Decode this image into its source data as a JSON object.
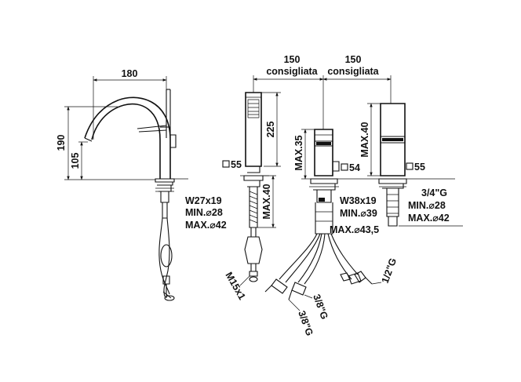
{
  "spout_mixer": {
    "width_label": "180",
    "height_label": "190",
    "spout_height_label": "105",
    "thread_label": "W27x19",
    "min_hole_label": "MIN.⌀28",
    "max_hole_label": "MAX.⌀42"
  },
  "hand_shower": {
    "square_label": "55",
    "length_label": "225",
    "max_deck_label": "MAX.40",
    "hose_thread_label": "M15x1"
  },
  "spacing": {
    "left_distance": "150",
    "left_note": "consigliata",
    "right_distance": "150",
    "right_note": "consigliata"
  },
  "central_mixer": {
    "max_label": "MAX.35",
    "square_label": "54",
    "thread_label": "W38x19",
    "min_hole_label": "MIN.⌀39",
    "max_hole_label": "MAX.⌀43,5",
    "hose_left_1": "3/8\"G",
    "hose_left_2": "3/8\"G",
    "hose_right": "1/2\"G"
  },
  "diverter": {
    "max_label": "MAX.40",
    "square_label": "55",
    "thread_label": "3/4\"G",
    "min_hole_label": "MIN.⌀28",
    "max_hole_label": "MAX.⌀42"
  }
}
